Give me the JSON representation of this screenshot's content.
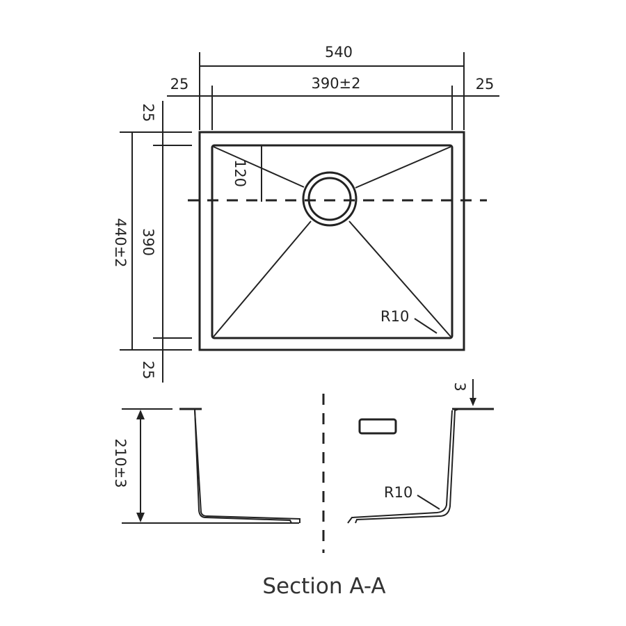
{
  "top_view": {
    "overall_width": "540",
    "bowl_width": "390±2",
    "flange_left": "25",
    "flange_right": "25",
    "flange_top": "25",
    "flange_bottom": "25",
    "overall_depth": "440±2",
    "bowl_depth": "390",
    "drain_offset": "120",
    "corner_radius": "R10"
  },
  "section_view": {
    "height": "210±3",
    "flange_thickness": "3",
    "corner_radius": "R10",
    "caption": "Section A-A"
  }
}
